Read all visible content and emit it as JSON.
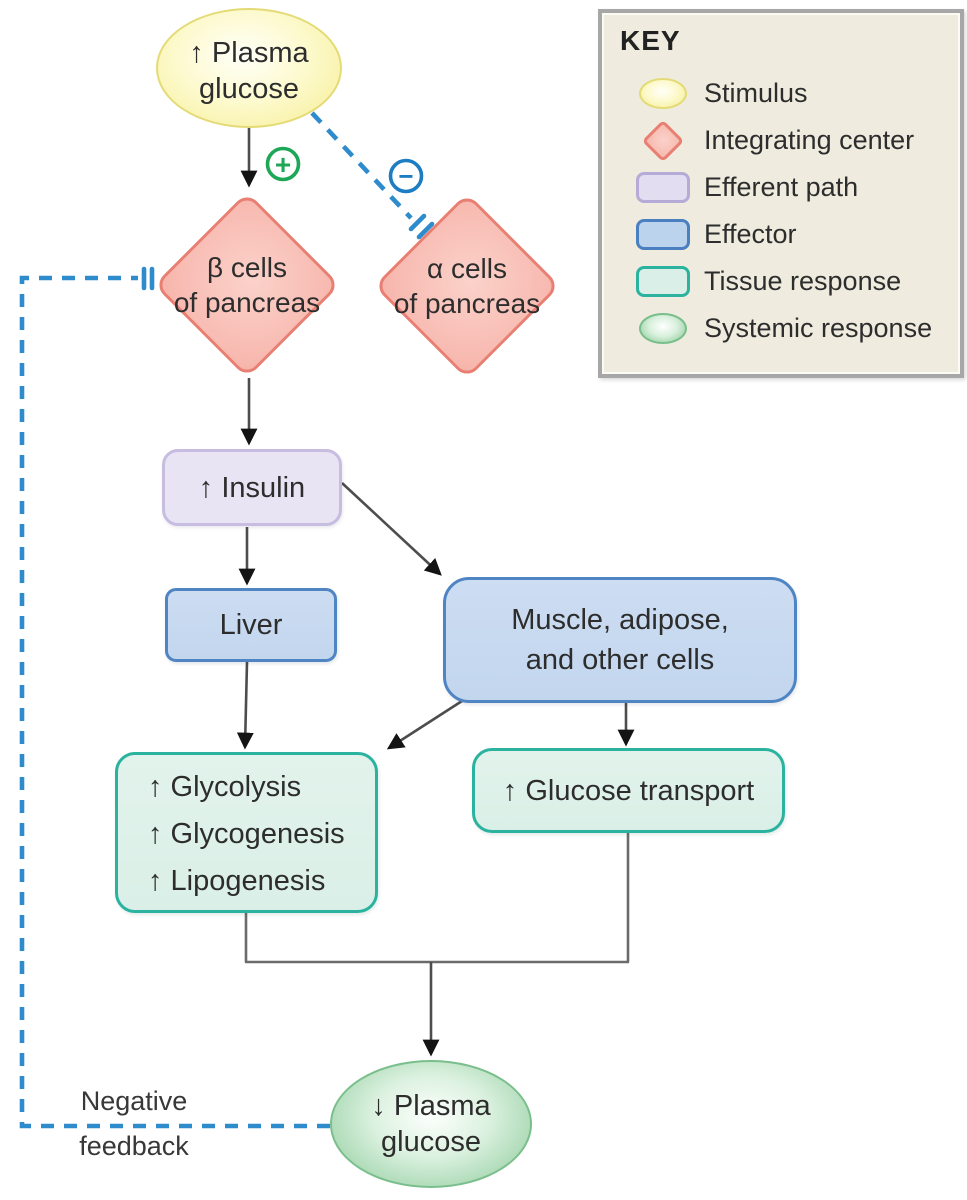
{
  "figure": "negative-feedback-loop-plasma-glucose",
  "colors": {
    "stimulus_fill": "#f6ee92",
    "integrating_fill": "#f8bcb3",
    "integrating_border": "#e87f72",
    "efferent_fill": "#e8e4f4",
    "efferent_border": "#c6bde1",
    "effector_fill": "#c2d6ee",
    "effector_border": "#4f85c3",
    "tissue_fill": "#daefe7",
    "tissue_border": "#2bb3a0",
    "systemic_fill": "#8cc798",
    "arrow_line": "#4d4d4d",
    "dashed_blue": "#2e8bcc",
    "plus_green": "#1ea757",
    "minus_blue": "#1d7dc2",
    "key_bg": "#efecdf",
    "key_border": "#a7a7a7"
  },
  "nodes": {
    "stimulus": {
      "lines": [
        "↑ Plasma",
        "glucose"
      ]
    },
    "beta_cells": {
      "lines": [
        "β cells",
        "of pancreas"
      ]
    },
    "alpha_cells": {
      "lines": [
        "α cells",
        "of pancreas"
      ]
    },
    "insulin": {
      "label": "↑ Insulin"
    },
    "liver": {
      "label": "Liver"
    },
    "muscle": {
      "lines": [
        "Muscle, adipose,",
        "and other cells"
      ]
    },
    "liver_response": {
      "lines": [
        "↑ Glycolysis",
        "↑ Glycogenesis",
        "↑ Lipogenesis"
      ]
    },
    "muscle_response": {
      "label": "↑ Glucose transport"
    },
    "systemic": {
      "lines": [
        "↓ Plasma",
        "glucose"
      ]
    }
  },
  "annotations": {
    "plus_sign": "+",
    "minus_sign": "−",
    "negative_feedback": {
      "lines": [
        "Negative",
        "feedback"
      ]
    }
  },
  "key": {
    "title": "KEY",
    "items": [
      {
        "shape": "ellipse-yellow",
        "label": "Stimulus"
      },
      {
        "shape": "diamond-pink",
        "label": "Integrating center"
      },
      {
        "shape": "rect-lavender",
        "label": "Efferent path"
      },
      {
        "shape": "rect-blue",
        "label": "Effector"
      },
      {
        "shape": "rect-mint",
        "label": "Tissue response"
      },
      {
        "shape": "ellipse-green",
        "label": "Systemic response"
      }
    ]
  }
}
